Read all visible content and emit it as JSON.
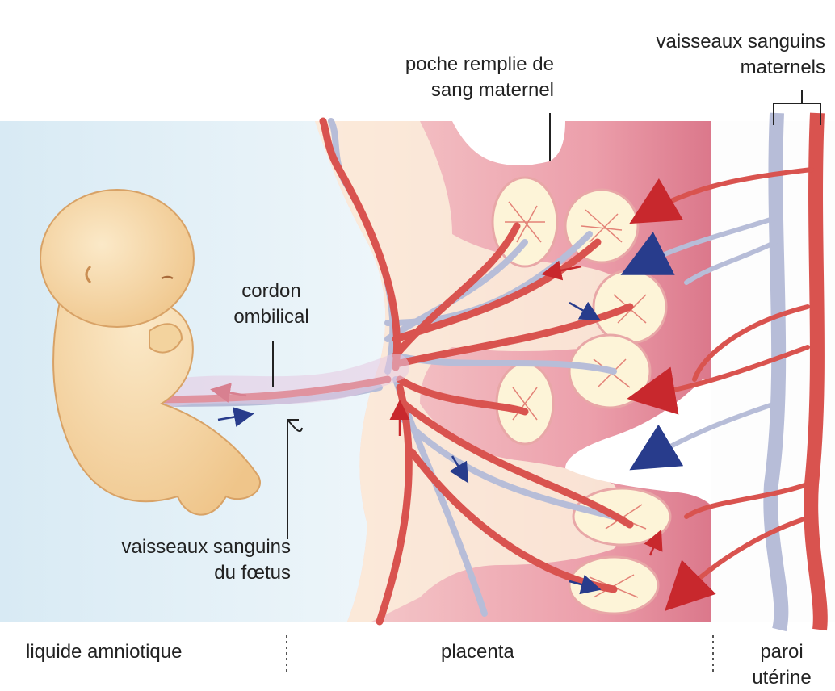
{
  "labels": {
    "maternal_vessels": {
      "line1": "vaisseaux sanguins",
      "line2": "maternels"
    },
    "maternal_blood_pocket": {
      "line1": "poche remplie de",
      "line2": "sang maternel"
    },
    "umbilical_cord": {
      "line1": "cordon",
      "line2": "ombilical"
    },
    "fetal_vessels": {
      "line1": "vaisseaux sanguins",
      "line2": "du fœtus"
    },
    "amniotic_fluid": "liquide amniotique",
    "placenta": "placenta",
    "uterine_wall": {
      "line1": "paroi",
      "line2": "utérine"
    }
  },
  "colors": {
    "artery": "#d9534f",
    "vein": "#b7bdd8",
    "placenta_tissue": "#f0b8b8",
    "placenta_dark": "#d2637a",
    "amniotic_fluid": "#e6f2f8",
    "villi_fill": "#fdf4d8",
    "fetus_skin": "#f6d9a8",
    "arrow_red": "#c8282d",
    "arrow_blue": "#283c8c",
    "leader_line": "#222222"
  }
}
